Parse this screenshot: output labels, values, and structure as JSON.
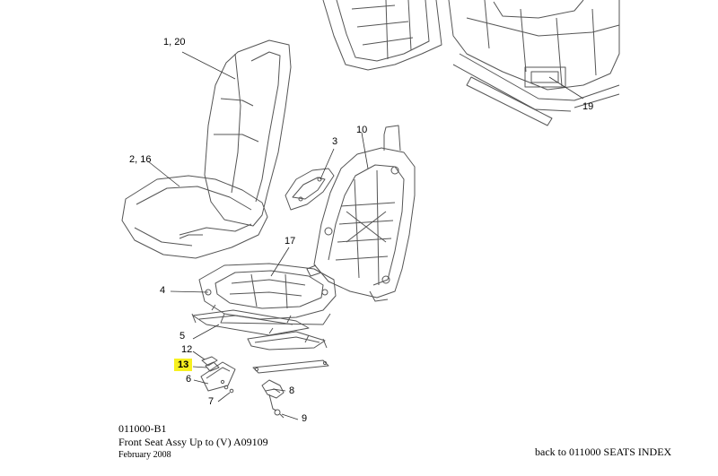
{
  "callouts": {
    "c1_20": "1, 20",
    "c2_16": "2, 16",
    "c3": "3",
    "c10": "10",
    "c17": "17",
    "c4": "4",
    "c5": "5",
    "c12": "12",
    "c13": "13",
    "c6": "6",
    "c7": "7",
    "c8": "8",
    "c9": "9",
    "c19": "19"
  },
  "footer": {
    "code": "011000-B1",
    "title": "Front Seat Assy Up to (V) A09109",
    "date": "February 2008",
    "back_link": "back to 011000 SEATS INDEX"
  },
  "colors": {
    "highlight": "#f7f01f",
    "line": "#555555"
  }
}
